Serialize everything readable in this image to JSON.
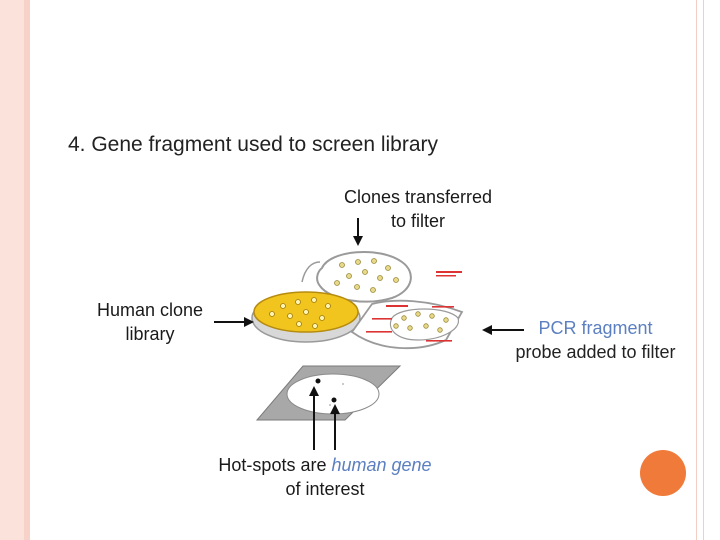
{
  "slide": {
    "title": "4. Gene fragment used to screen library"
  },
  "labels": {
    "clones_line1": "Clones transferred",
    "clones_line2": "to filter",
    "human_line1": "Human clone",
    "human_line2": "library",
    "pcr_line1": "PCR fragment",
    "pcr_line2": "probe added to filter",
    "hot_prefix": "Hot-spots are ",
    "hot_accent": "human gene",
    "hot_line2": "of interest"
  },
  "colors": {
    "accent": "#5b7fc0",
    "agar_yellow": "#f2c41e",
    "film_gray": "#a8a8a8",
    "tag_red": "#d33",
    "bullet_orange": "#f07a3a"
  }
}
